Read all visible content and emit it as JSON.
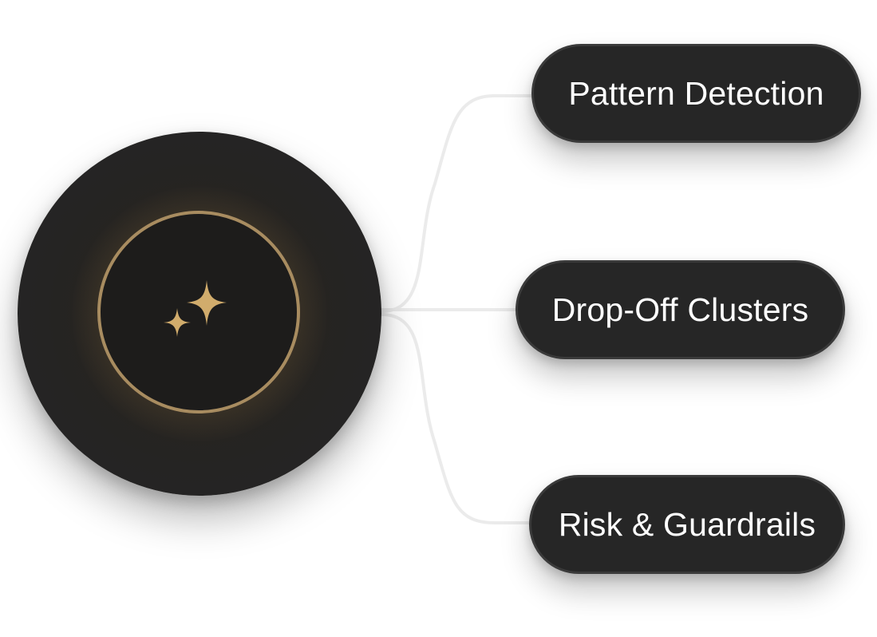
{
  "hub": {
    "icon": "sparkles-icon",
    "icon_color": "#d1ac6c",
    "ring_color": "#a88c60"
  },
  "branches": [
    {
      "label": "Pattern Detection"
    },
    {
      "label": "Drop-Off Clusters"
    },
    {
      "label": "Risk & Guardrails"
    }
  ],
  "colors": {
    "pill_background": "#262626",
    "pill_text": "#ffffff",
    "connector": "#ebebeb"
  }
}
